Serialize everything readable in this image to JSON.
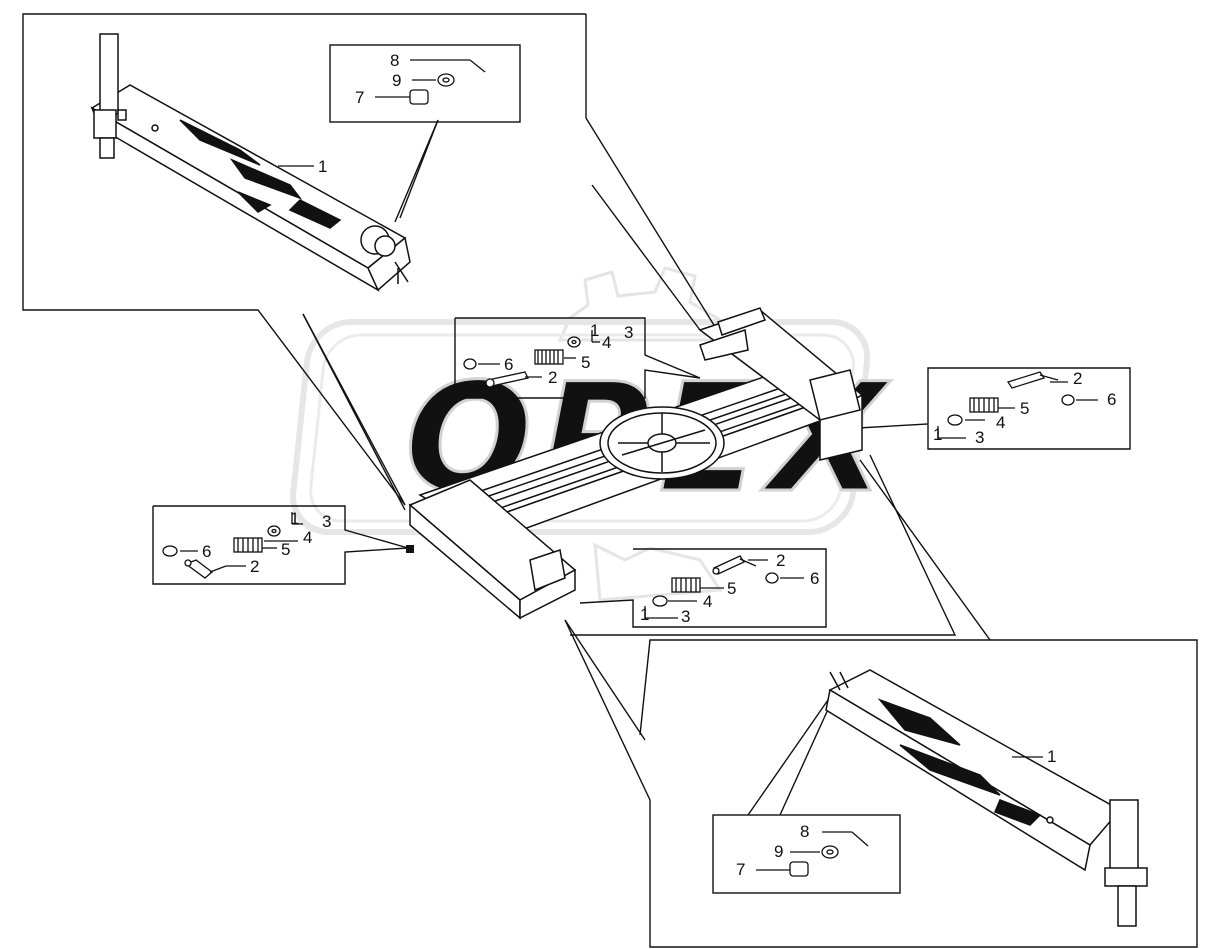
{
  "watermark": {
    "text": "ОРЕХ",
    "color": "#d9d9d9"
  },
  "colors": {
    "line": "#111111",
    "paper": "#ffffff"
  },
  "callouts": {
    "top_left": {
      "boom": "1",
      "bolt_b": "8",
      "washer_b": "9",
      "plug_b": "7"
    },
    "center_top": {
      "pin": "2",
      "clip": "3",
      "bracket": "1",
      "washer": "4",
      "spring": "5",
      "cap": "6"
    },
    "right": {
      "pin": "2",
      "cap": "6",
      "spring": "5",
      "washer": "4",
      "bracket": "1",
      "clip": "3"
    },
    "left": {
      "bracket": "1",
      "clip": "3",
      "cap": "6",
      "washer": "4",
      "spring": "5",
      "pin": "2"
    },
    "center_bottom": {
      "pin": "2",
      "cap": "6",
      "spring": "5",
      "washer": "4",
      "bracket": "1",
      "clip": "3"
    },
    "bottom_right": {
      "boom": "1",
      "bolt_b": "8",
      "washer_b": "9",
      "plug_b": "7"
    }
  },
  "icons": [
    "gear-watermark-icon",
    "spring-icon",
    "washer-icon",
    "pin-icon",
    "bolt-icon"
  ]
}
